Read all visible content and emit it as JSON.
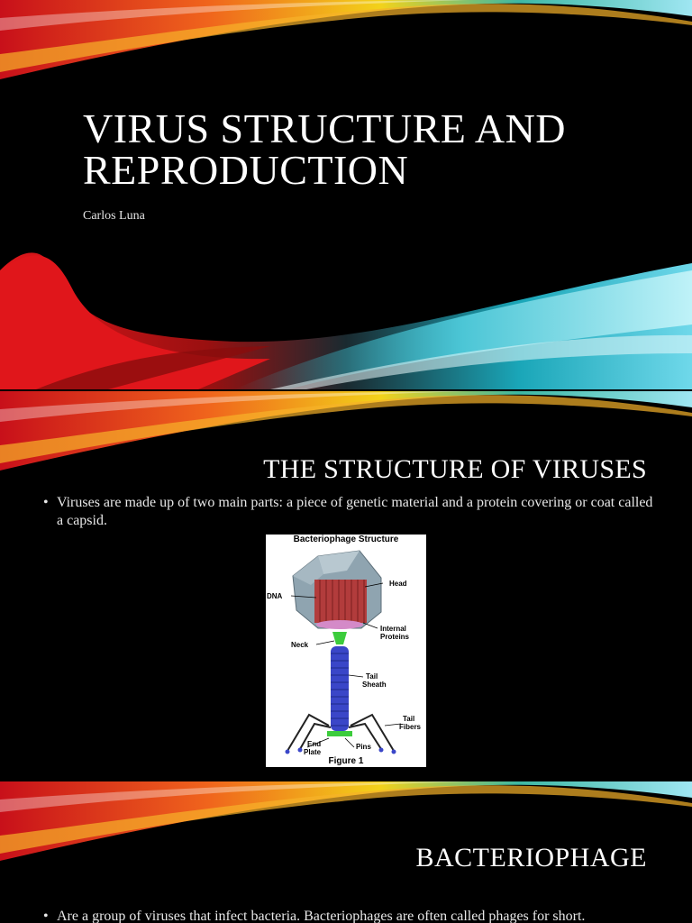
{
  "slides": [
    {
      "title": "Virus Structure and Reproduction",
      "subtitle": "Carlos Luna"
    },
    {
      "title": "The Structure of Viruses",
      "bullet": "Viruses are made up of two main parts: a piece of genetic material and a protein covering or coat called a capsid.",
      "figure": {
        "title": "Bacteriophage Structure",
        "caption": "Figure 1",
        "labels": {
          "head": "Head",
          "dna": "DNA",
          "internal_1": "Internal",
          "internal_2": "Proteins",
          "neck": "Neck",
          "tail_sheath_1": "Tail",
          "tail_sheath_2": "Sheath",
          "tail_fibers_1": "Tail",
          "tail_fibers_2": "Fibers",
          "end_plate_1": "End",
          "end_plate_2": "Plate",
          "pins": "Pins"
        }
      }
    },
    {
      "title": "Bacteriophage",
      "bullet": "Are a group of viruses that infect bacteria. Bacteriophages are often called phages for short."
    }
  ],
  "bullet_glyph": "•",
  "colors": {
    "background": "#000000",
    "text": "#ffffff",
    "swoosh_red": "#e0161b",
    "swoosh_orange": "#f08a1c",
    "swoosh_yellow": "#f2d21a",
    "swoosh_teal": "#2ec4c9",
    "swoosh_cyan": "#8ee8f0"
  }
}
